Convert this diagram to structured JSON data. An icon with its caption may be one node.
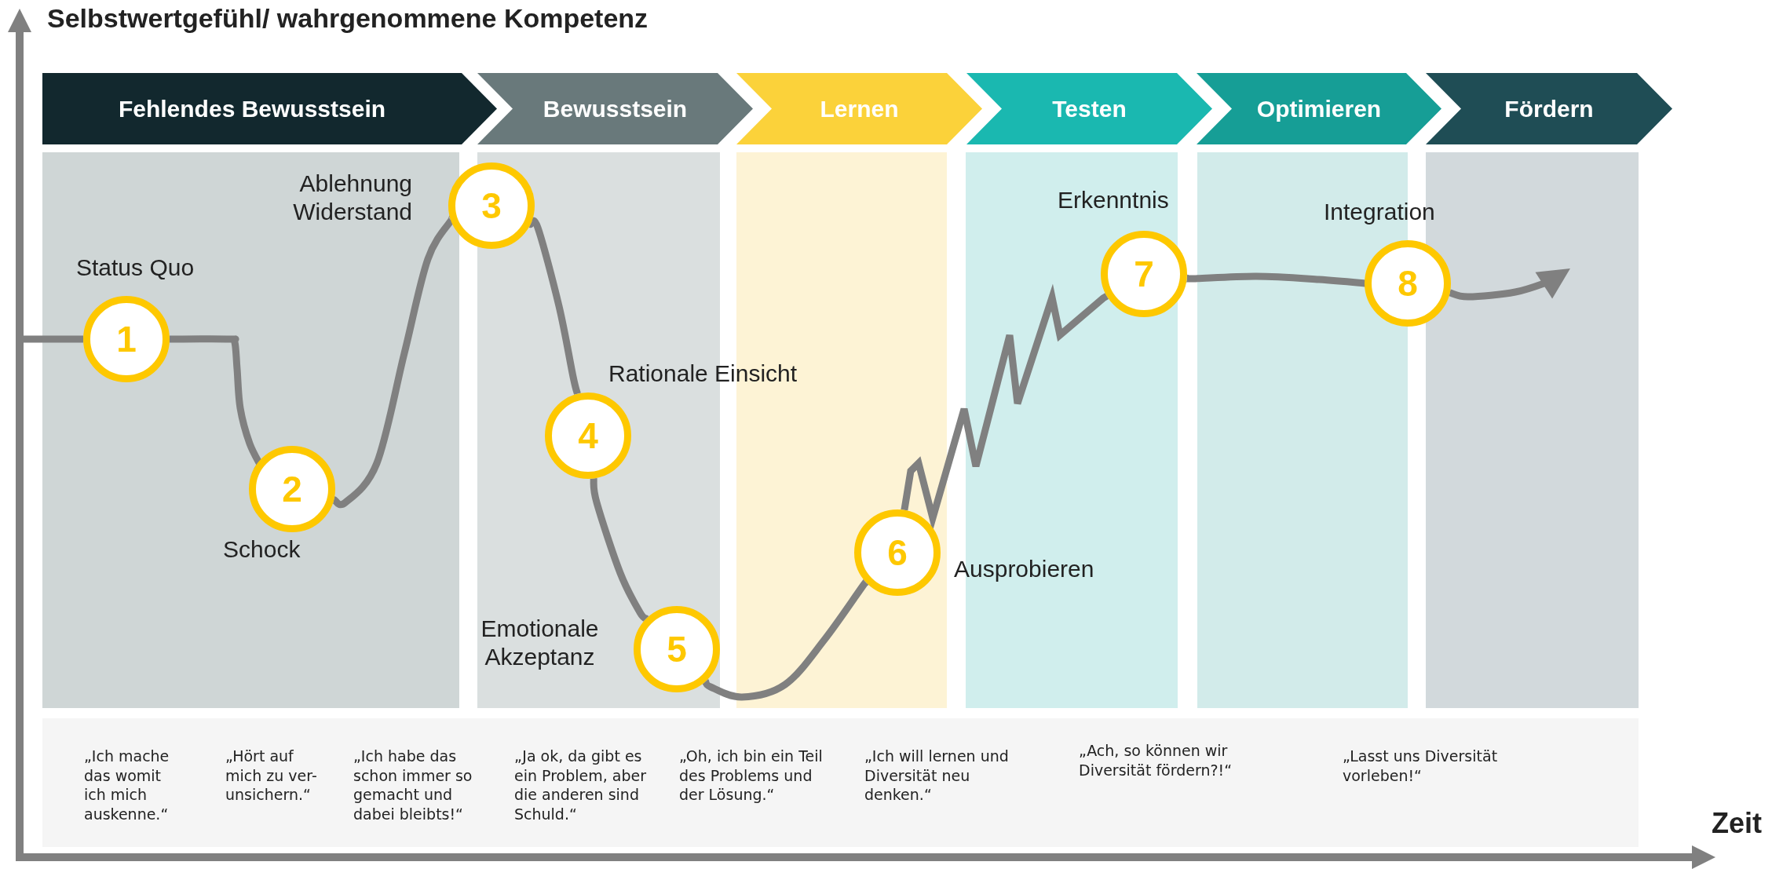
{
  "diagram": {
    "nodes": [
      {
        "text": [
          "Fehlendes Bewusstsein"
        ]
      },
      {
        "text": [
          "Bewusstsein"
        ]
      },
      {
        "text": [
          "Lernen"
        ]
      },
      {
        "text": [
          "Testen"
        ]
      },
      {
        "text": [
          "Optimieren"
        ]
      },
      {
        "text": [
          "Fördern"
        ]
      },
      {
        "text": [
          "1"
        ],
        "beside": [
          "Status Quo"
        ]
      },
      {
        "text": [
          "2"
        ],
        "beside": [
          "Schock"
        ]
      },
      {
        "text": [
          "3"
        ],
        "beside": [
          "Ablehnung Widerstand"
        ]
      },
      {
        "text": [
          "4"
        ],
        "beside": [
          "Rationale Einsicht"
        ]
      },
      {
        "text": [
          "5"
        ],
        "beside": [
          "Emotionale Akzeptanz"
        ]
      },
      {
        "text": [
          "6"
        ],
        "beside": [
          "Ausprobieren"
        ]
      },
      {
        "text": [
          "7"
        ],
        "beside": [
          "Erkenntnis"
        ]
      },
      {
        "text": [
          "8"
        ],
        "beside": [
          "Integration"
        ]
      },
      {
        "text": [
          "„Ich mache das womit ich mich auskenne.“",
          "„Hört auf mich zu ver-unsichern.“",
          "„Ich habe das schon immer so gemacht und dabei bleibts!“",
          "„Ja ok, da gibt es ein Problem, aber die anderen sind Schuld.“",
          "„Oh, ich bin ein Teil des Problems und der Lösung.“",
          "„Ich will lernen und Diversität neu denken.“",
          "„Ach, so können wir Diversität fördern?!“",
          "„Lasst uns Diversität vorleben!“"
        ]
      }
    ],
    "edges": [
      {
        "from": null,
        "to": 6,
        "arrow": "none"
      },
      {
        "from": 6,
        "to": 7,
        "arrow": "none"
      },
      {
        "from": 7,
        "to": 8,
        "arrow": "none"
      },
      {
        "from": 8,
        "to": 9,
        "arrow": "none"
      },
      {
        "from": 9,
        "to": 10,
        "arrow": "none"
      },
      {
        "from": 10,
        "to": 11,
        "arrow": "none"
      },
      {
        "from": 11,
        "to": 12,
        "arrow": "none"
      },
      {
        "from": 12,
        "to": 13,
        "arrow": "none"
      },
      {
        "from": 13,
        "to": null,
        "arrow": "to"
      }
    ],
    "labels": [
      "Selbstwertgefühl/ wahrgenommene Kompetenz",
      "Zeit"
    ]
  }
}
